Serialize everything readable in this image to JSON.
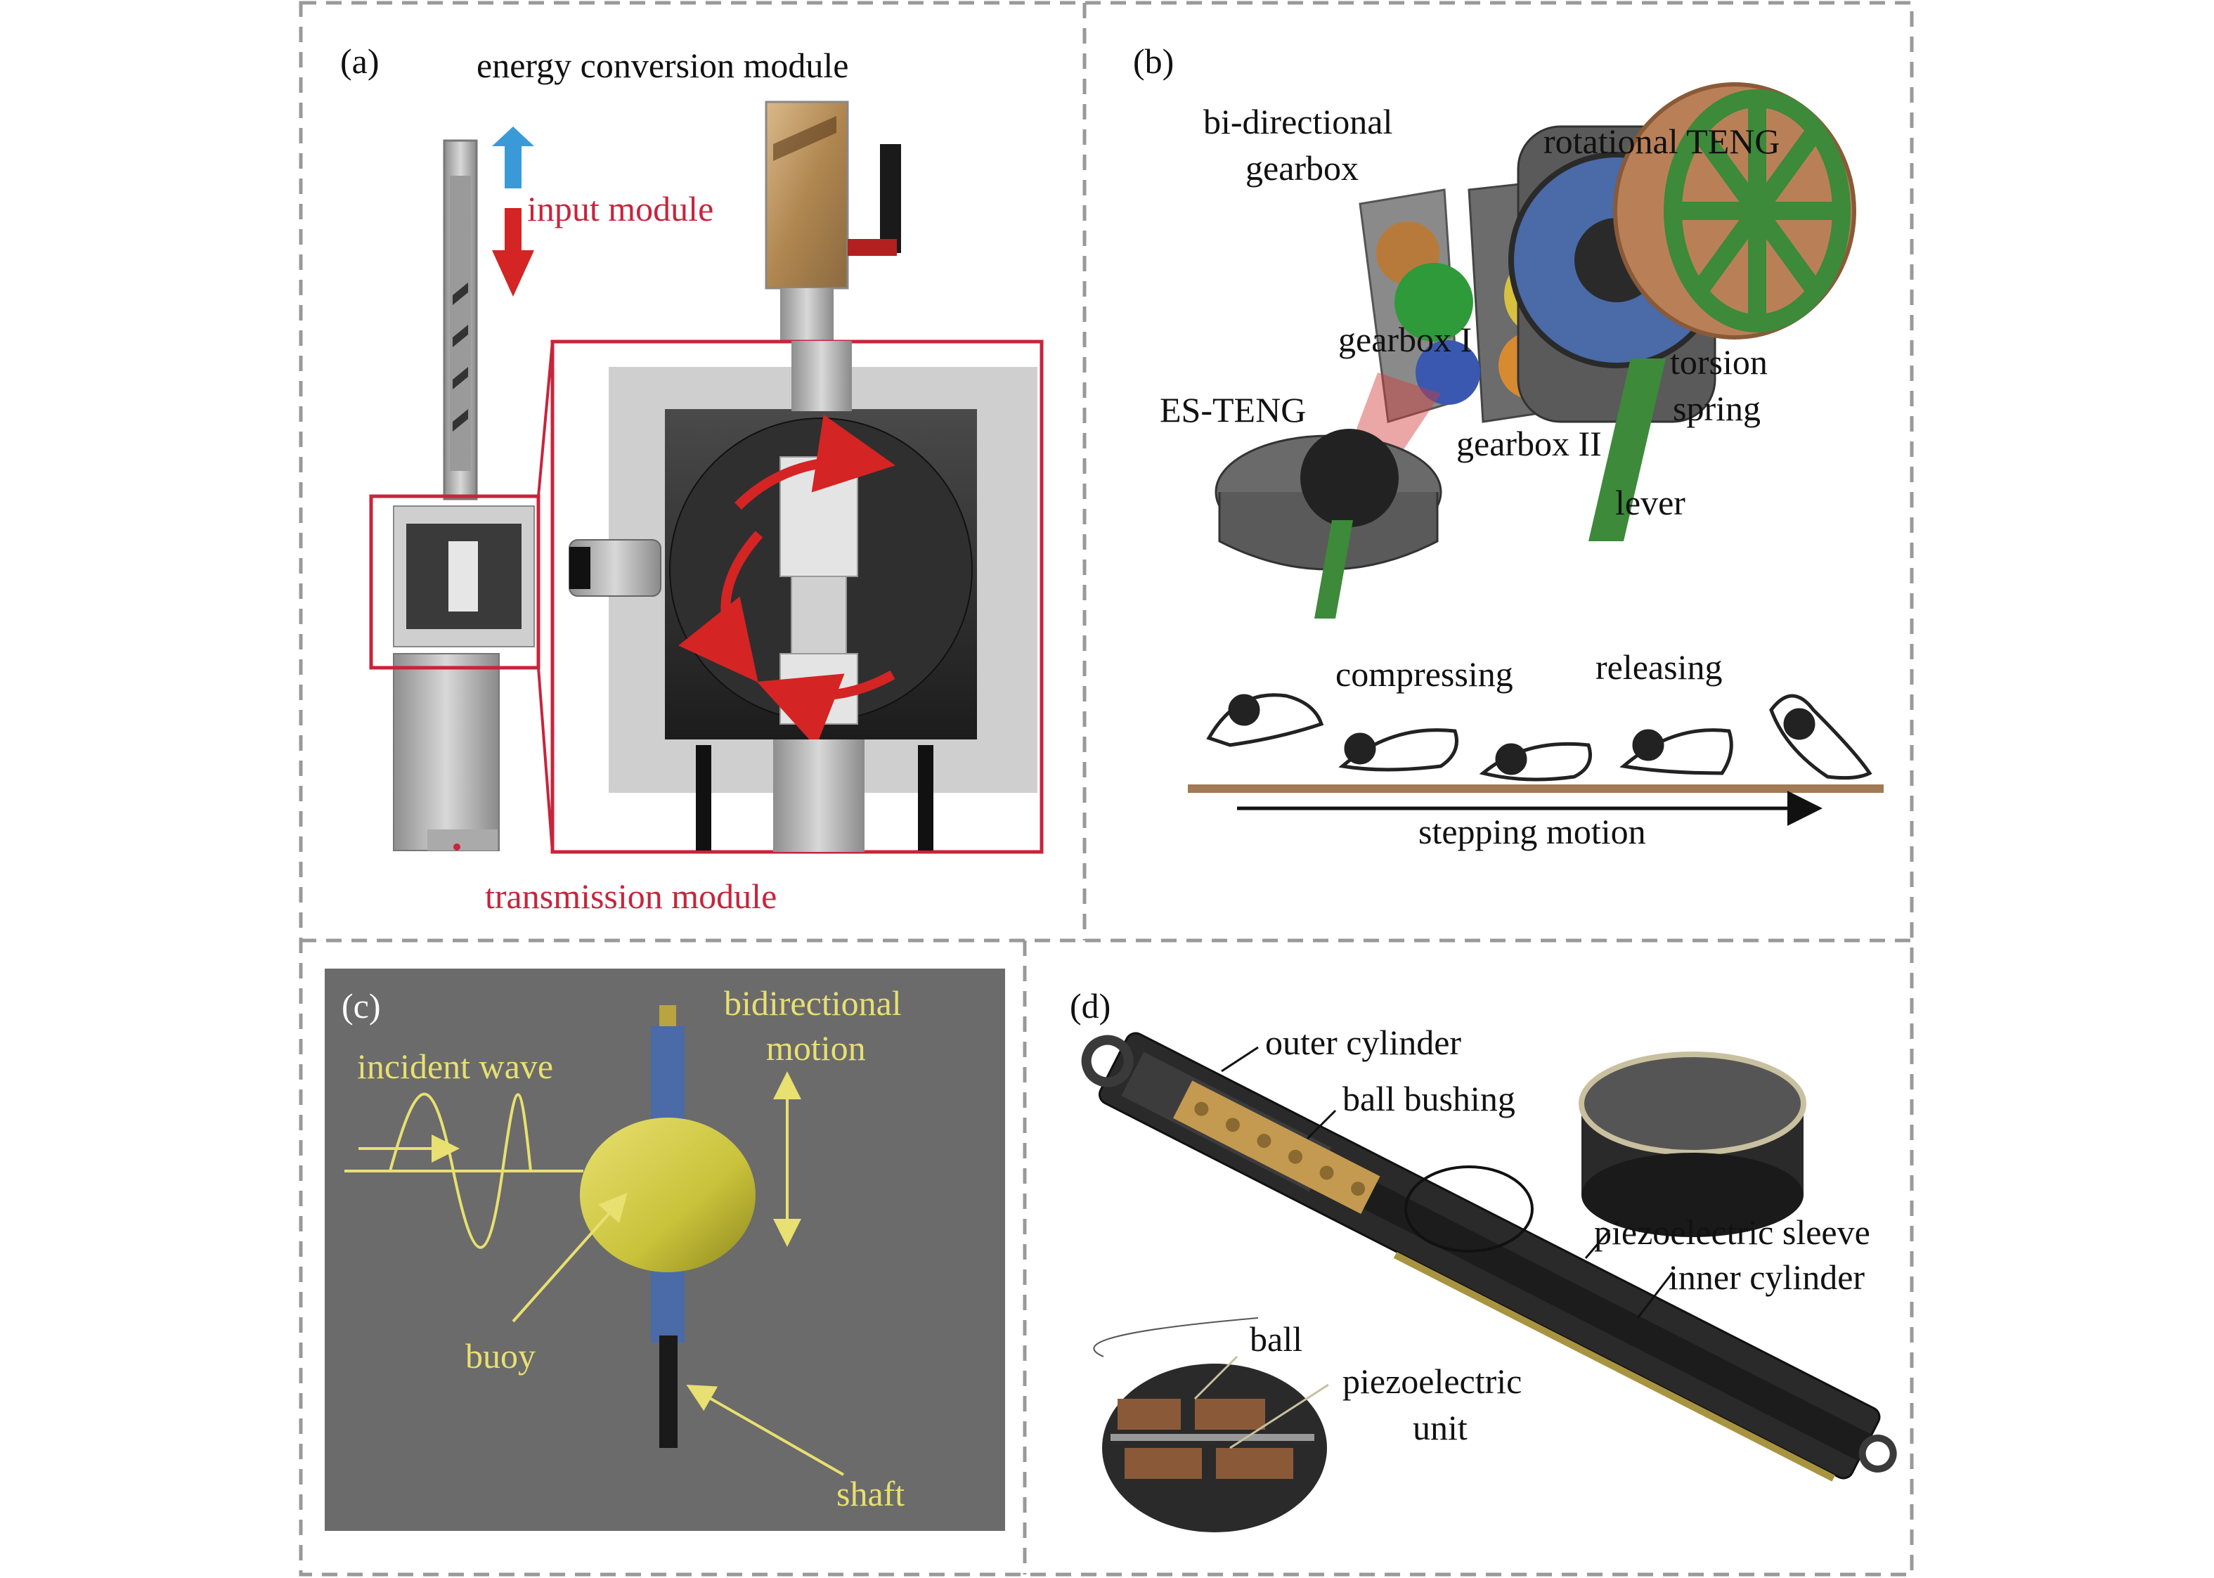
{
  "panel_a": {
    "tag": "(a)",
    "energy_conversion_module": "energy conversion module",
    "input_module": "input module",
    "transmission_module": "transmission module"
  },
  "panel_b": {
    "tag": "(b)",
    "bidirectional_gearbox_line1": "bi-directional",
    "bidirectional_gearbox_line2": "gearbox",
    "rotational_teng": "rotational TENG",
    "gearbox_1": "gearbox I",
    "gearbox_2": "gearbox II",
    "torsion_line1": "torsion",
    "torsion_line2": "spring",
    "es_teng": "ES-TENG",
    "lever": "lever",
    "compressing": "compressing",
    "releasing": "releasing",
    "stepping_motion": "stepping motion"
  },
  "panel_c": {
    "tag": "(c)",
    "bidirectional_line1": "bidirectional",
    "bidirectional_line2": "motion",
    "incident_wave": "incident wave",
    "buoy": "buoy",
    "shaft": "shaft"
  },
  "panel_d": {
    "tag": "(d)",
    "outer_cylinder": "outer cylinder",
    "ball_bushing": "ball bushing",
    "piezoelectric_sleeve": "piezoelectric sleeve",
    "inner_cylinder": "inner cylinder",
    "ball": "ball",
    "piezo_unit_line1": "piezoelectric",
    "piezo_unit_line2": "unit"
  },
  "colors": {
    "dash_border": "#999999",
    "highlight_red": "#c8243c",
    "arrow_red": "#d42424",
    "arrow_blue": "#3a9ad8",
    "panel_c_bg": "#6b6b6b",
    "panel_c_text": "#e8e070",
    "lever_green": "#3c8a3a",
    "ground_brown": "#a27a55"
  }
}
